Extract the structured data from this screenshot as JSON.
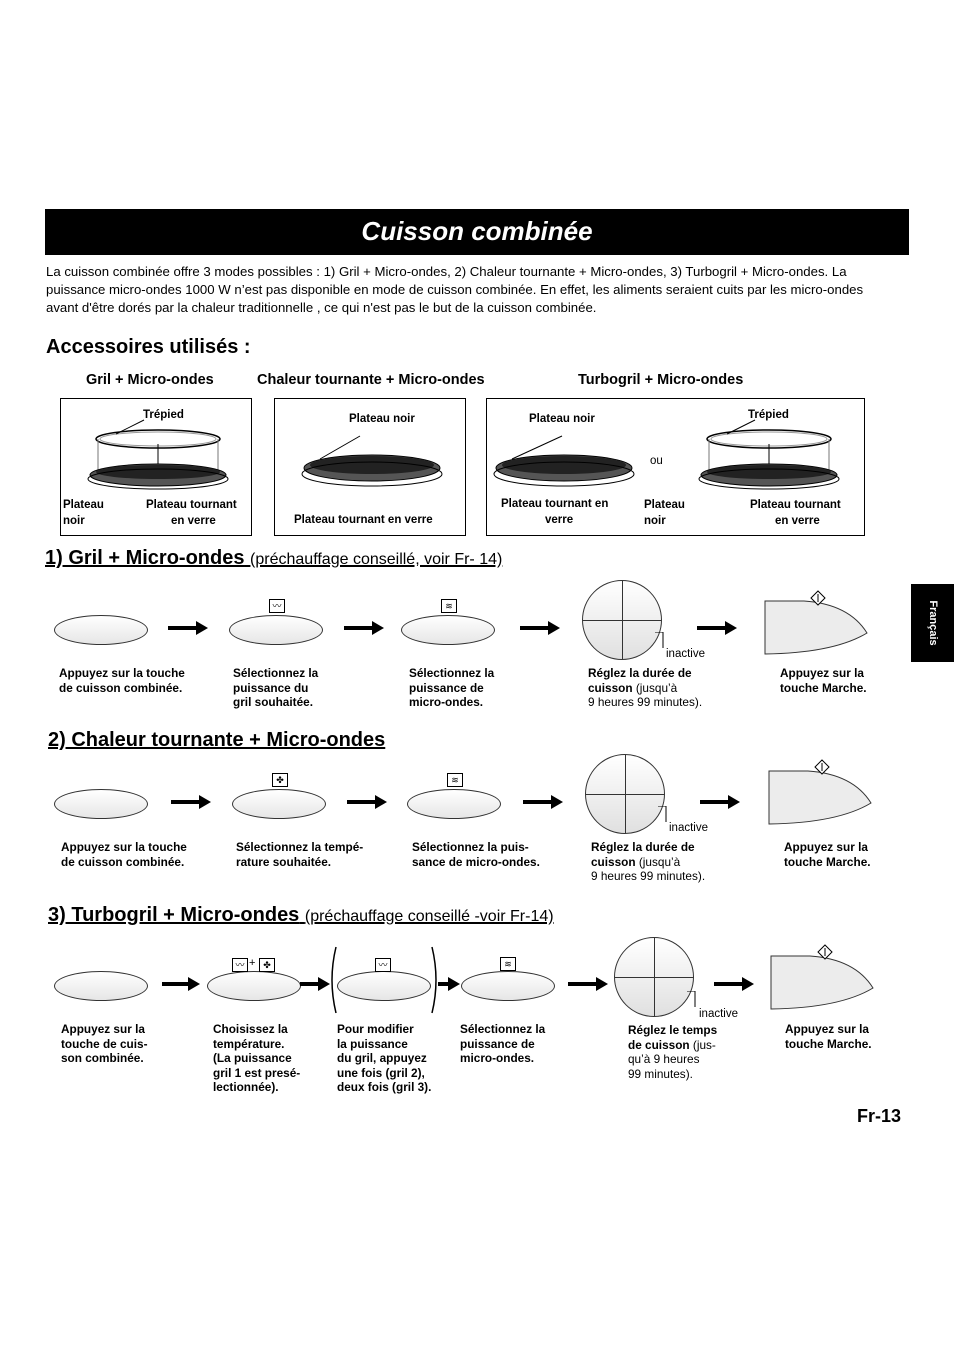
{
  "title": "Cuisson combinée",
  "intro": "La cuisson combinée offre 3 modes possibles : 1) Gril + Micro-ondes, 2) Chaleur tournante + Micro-ondes, 3) Turbogril + Micro-ondes. La puissance micro-ondes 1000 W n’est pas disponible en mode de cuisson combinée. En effet, les aliments seraient cuits par les micro-ondes avant d'être dorés par la chaleur traditionnelle , ce qui n'est pas le but de la cuisson combinée.",
  "accessories": {
    "heading": "Accessoires utilisés :",
    "grill_label": "Gril + Micro-ondes",
    "convection_label": "Chaleur tournante + Micro-ondes",
    "turbo_label": "Turbogril + Micro-ondes",
    "tripod": "Trépied",
    "black_plate": "Plateau noir",
    "black_plate_l1": "Plateau",
    "black_plate_l2": "noir",
    "glass_tray": "Plateau tournant en verre",
    "glass_tray_l1": "Plateau tournant",
    "glass_tray_l2": "en verre",
    "glass_tray_a1": "Plateau tournant en",
    "glass_tray_a2": "verre",
    "or": "ou"
  },
  "section1": {
    "heading": "1) Gril + Micro-ondes",
    "sub": "(préchauffage conseillé, voir Fr- 14)",
    "inactive": "inactive",
    "steps": [
      {
        "l1": "Appuyez sur la touche",
        "l2": "de cuisson combinée."
      },
      {
        "l1": "Sélectionnez la",
        "l2": "puissance du",
        "l3": "gril souhaitée."
      },
      {
        "l1": "Sélectionnez la",
        "l2": "puissance de",
        "l3": "micro-ondes."
      },
      {
        "l1": "Réglez la durée de",
        "l2b": "cuisson",
        "l2n": " (jusqu’à",
        "l3": "9 heures 99 minutes)."
      },
      {
        "l1": "Appuyez sur la",
        "l2": "touche Marche."
      }
    ]
  },
  "section2": {
    "heading": "2) Chaleur tournante + Micro-ondes",
    "inactive": "inactive",
    "steps": [
      {
        "l1": "Appuyez sur la touche",
        "l2": "de cuisson combinée."
      },
      {
        "l1": "Sélectionnez la tempé-",
        "l2": "rature souhaitée."
      },
      {
        "l1": "Sélectionnez la puis-",
        "l2": "sance de micro-ondes."
      },
      {
        "l1": "Réglez la durée de",
        "l2b": "cuisson",
        "l2n": " (jusqu’à",
        "l3": "9 heures 99 minutes)."
      },
      {
        "l1": "Appuyez sur la",
        "l2": "touche Marche."
      }
    ]
  },
  "section3": {
    "heading": "3) Turbogril + Micro-ondes",
    "sub": "(préchauffage conseillé -voir Fr-14)",
    "inactive": "inactive",
    "steps": [
      {
        "l1": "Appuyez sur la",
        "l2": "touche de cuis-",
        "l3": "son combinée."
      },
      {
        "l1": "Choisissez la",
        "l2": "température.",
        "l3": "(La puissance",
        "l4": "gril 1 est presé-",
        "l5": "lectionnée)."
      },
      {
        "l1": "Pour modifier",
        "l2": "la puissance",
        "l3": "du gril, appuyez",
        "l4": "une fois (gril 2),",
        "l5": "deux fois (gril 3)."
      },
      {
        "l1": "Sélectionnez la",
        "l2": "puissance de",
        "l3": "micro-ondes."
      },
      {
        "l1": "Réglez le temps",
        "l2b": "de cuisson",
        "l2n": " (jus-",
        "l3": "qu’à 9 heures",
        "l4": "99 minutes)."
      },
      {
        "l1": "Appuyez sur la",
        "l2": "touche Marche."
      }
    ]
  },
  "side_tab": "Français",
  "page_number": "Fr-13"
}
